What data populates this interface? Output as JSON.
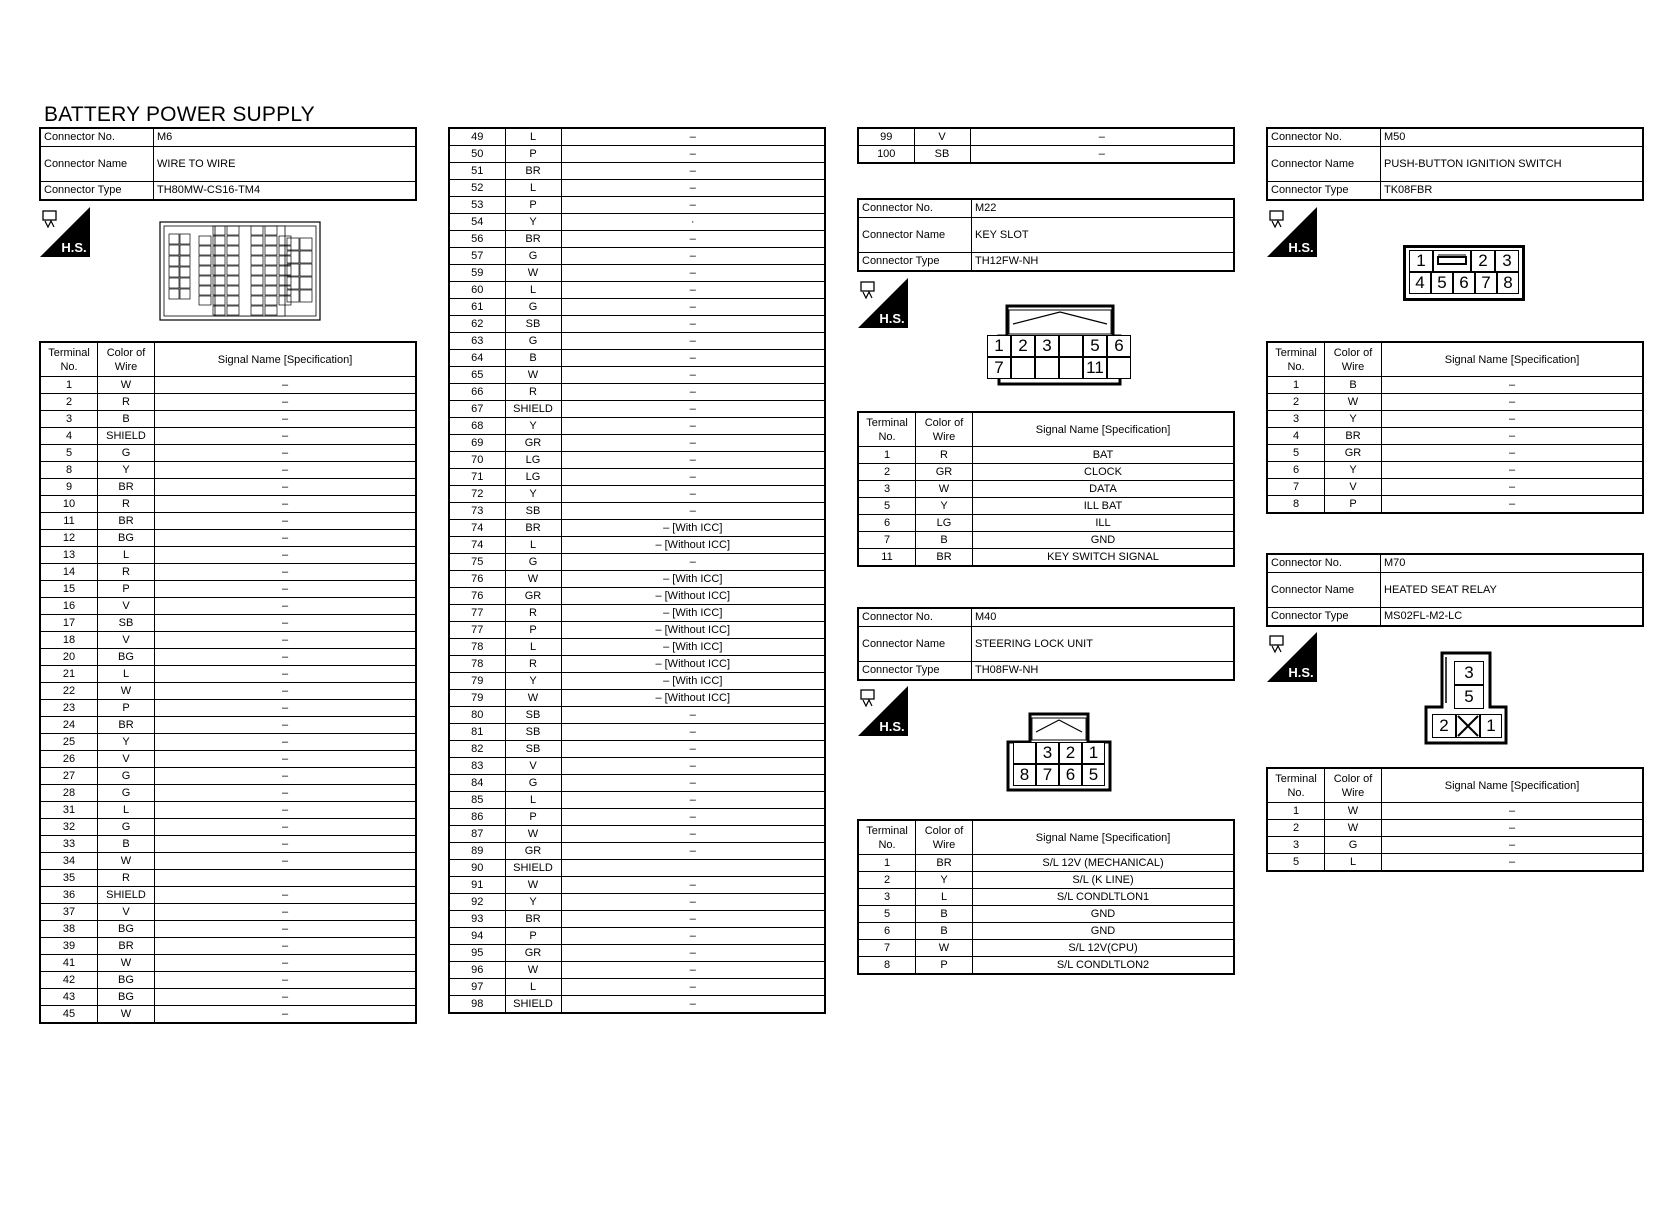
{
  "page": {
    "title": "BATTERY POWER SUPPLY"
  },
  "labels": {
    "connector_no": "Connector No.",
    "connector_name": "Connector Name",
    "connector_type": "Connector Type",
    "terminal_no": "Terminal No.",
    "color_of_wire": "Color of Wire",
    "signal_name": "Signal Name [Specification]",
    "hs": "H.S."
  },
  "connectors": {
    "m6": {
      "no": "M6",
      "name": "WIRE TO WIRE",
      "type": "TH80MW-CS16-TM4"
    },
    "m22": {
      "no": "M22",
      "name": "KEY SLOT",
      "type": "TH12FW-NH"
    },
    "m40": {
      "no": "M40",
      "name": "STEERING LOCK UNIT",
      "type": "TH08FW-NH"
    },
    "m50": {
      "no": "M50",
      "name": "PUSH-BUTTON IGNITION SWITCH",
      "type": "TK08FBR"
    },
    "m70": {
      "no": "M70",
      "name": "HEATED SEAT RELAY",
      "type": "MS02FL-M2-LC"
    }
  },
  "pins": {
    "m6_a": [
      [
        "1",
        "W",
        "–"
      ],
      [
        "2",
        "R",
        "–"
      ],
      [
        "3",
        "B",
        "–"
      ],
      [
        "4",
        "SHIELD",
        "–"
      ],
      [
        "5",
        "G",
        "–"
      ],
      [
        "8",
        "Y",
        "–"
      ],
      [
        "9",
        "BR",
        "–"
      ],
      [
        "10",
        "R",
        "–"
      ],
      [
        "11",
        "BR",
        "–"
      ],
      [
        "12",
        "BG",
        "–"
      ],
      [
        "13",
        "L",
        "–"
      ],
      [
        "14",
        "R",
        "–"
      ],
      [
        "15",
        "P",
        "–"
      ],
      [
        "16",
        "V",
        "–"
      ],
      [
        "17",
        "SB",
        "–"
      ],
      [
        "18",
        "V",
        "–"
      ],
      [
        "20",
        "BG",
        "–"
      ],
      [
        "21",
        "L",
        "–"
      ],
      [
        "22",
        "W",
        "–"
      ],
      [
        "23",
        "P",
        "–"
      ],
      [
        "24",
        "BR",
        "–"
      ],
      [
        "25",
        "Y",
        "–"
      ],
      [
        "26",
        "V",
        "–"
      ],
      [
        "27",
        "G",
        "–"
      ],
      [
        "28",
        "G",
        "–"
      ],
      [
        "31",
        "L",
        "–"
      ],
      [
        "32",
        "G",
        "–"
      ],
      [
        "33",
        "B",
        "–"
      ],
      [
        "34",
        "W",
        "–"
      ],
      [
        "35",
        "R",
        ""
      ],
      [
        "36",
        "SHIELD",
        "–"
      ],
      [
        "37",
        "V",
        "–"
      ],
      [
        "38",
        "BG",
        "–"
      ],
      [
        "39",
        "BR",
        "–"
      ],
      [
        "41",
        "W",
        "–"
      ],
      [
        "42",
        "BG",
        "–"
      ],
      [
        "43",
        "BG",
        "–"
      ],
      [
        "45",
        "W",
        "–"
      ]
    ],
    "m6_b": [
      [
        "49",
        "L",
        "–"
      ],
      [
        "50",
        "P",
        "–"
      ],
      [
        "51",
        "BR",
        "–"
      ],
      [
        "52",
        "L",
        "–"
      ],
      [
        "53",
        "P",
        "–"
      ],
      [
        "54",
        "Y",
        "·"
      ],
      [
        "56",
        "BR",
        "–"
      ],
      [
        "57",
        "G",
        "–"
      ],
      [
        "59",
        "W",
        "–"
      ],
      [
        "60",
        "L",
        "–"
      ],
      [
        "61",
        "G",
        "–"
      ],
      [
        "62",
        "SB",
        "–"
      ],
      [
        "63",
        "G",
        "–"
      ],
      [
        "64",
        "B",
        "–"
      ],
      [
        "65",
        "W",
        "–"
      ],
      [
        "66",
        "R",
        "–"
      ],
      [
        "67",
        "SHIELD",
        "–"
      ],
      [
        "68",
        "Y",
        "–"
      ],
      [
        "69",
        "GR",
        "–"
      ],
      [
        "70",
        "LG",
        "–"
      ],
      [
        "71",
        "LG",
        "–"
      ],
      [
        "72",
        "Y",
        "–"
      ],
      [
        "73",
        "SB",
        "–"
      ],
      [
        "74",
        "BR",
        "– [With ICC]"
      ],
      [
        "74",
        "L",
        "– [Without ICC]"
      ],
      [
        "75",
        "G",
        "–"
      ],
      [
        "76",
        "W",
        "– [With ICC]"
      ],
      [
        "76",
        "GR",
        "– [Without ICC]"
      ],
      [
        "77",
        "R",
        "– [With ICC]"
      ],
      [
        "77",
        "P",
        "– [Without ICC]"
      ],
      [
        "78",
        "L",
        "– [With ICC]"
      ],
      [
        "78",
        "R",
        "– [Without ICC]"
      ],
      [
        "79",
        "Y",
        "– [With ICC]"
      ],
      [
        "79",
        "W",
        "– [Without ICC]"
      ],
      [
        "80",
        "SB",
        "–"
      ],
      [
        "81",
        "SB",
        "–"
      ],
      [
        "82",
        "SB",
        "–"
      ],
      [
        "83",
        "V",
        "–"
      ],
      [
        "84",
        "G",
        "–"
      ],
      [
        "85",
        "L",
        "–"
      ],
      [
        "86",
        "P",
        "–"
      ],
      [
        "87",
        "W",
        "–"
      ],
      [
        "89",
        "GR",
        "–"
      ],
      [
        "90",
        "SHIELD",
        ""
      ],
      [
        "91",
        "W",
        "–"
      ],
      [
        "92",
        "Y",
        "–"
      ],
      [
        "93",
        "BR",
        "–"
      ],
      [
        "94",
        "P",
        "–"
      ],
      [
        "95",
        "GR",
        "–"
      ],
      [
        "96",
        "W",
        "–"
      ],
      [
        "97",
        "L",
        "–"
      ],
      [
        "98",
        "SHIELD",
        "–"
      ]
    ],
    "m6_c": [
      [
        "99",
        "V",
        "–"
      ],
      [
        "100",
        "SB",
        "–"
      ]
    ],
    "m22": [
      [
        "1",
        "R",
        "BAT"
      ],
      [
        "2",
        "GR",
        "CLOCK"
      ],
      [
        "3",
        "W",
        "DATA"
      ],
      [
        "5",
        "Y",
        "ILL BAT"
      ],
      [
        "6",
        "LG",
        "ILL"
      ],
      [
        "7",
        "B",
        "GND"
      ],
      [
        "11",
        "BR",
        "KEY SWITCH SIGNAL"
      ]
    ],
    "m40": [
      [
        "1",
        "BR",
        "S/L 12V (MECHANICAL)"
      ],
      [
        "2",
        "Y",
        "S/L (K LINE)"
      ],
      [
        "3",
        "L",
        "S/L CONDLTLON1"
      ],
      [
        "5",
        "B",
        "GND"
      ],
      [
        "6",
        "B",
        "GND"
      ],
      [
        "7",
        "W",
        "S/L 12V(CPU)"
      ],
      [
        "8",
        "P",
        "S/L CONDLTLON2"
      ]
    ],
    "m50": [
      [
        "1",
        "B",
        "–"
      ],
      [
        "2",
        "W",
        "–"
      ],
      [
        "3",
        "Y",
        "–"
      ],
      [
        "4",
        "BR",
        "–"
      ],
      [
        "5",
        "GR",
        "–"
      ],
      [
        "6",
        "Y",
        "–"
      ],
      [
        "7",
        "V",
        "–"
      ],
      [
        "8",
        "P",
        "–"
      ]
    ],
    "m70": [
      [
        "1",
        "W",
        "–"
      ],
      [
        "2",
        "W",
        "–"
      ],
      [
        "3",
        "G",
        "–"
      ],
      [
        "5",
        "L",
        "–"
      ]
    ]
  },
  "diagram_labels": {
    "m22_top": [
      "1",
      "2",
      "3",
      "5",
      "6"
    ],
    "m22_bottom": [
      "7",
      "11"
    ],
    "m40_top": [
      "3",
      "2",
      "1"
    ],
    "m40_bottom": [
      "8",
      "7",
      "6",
      "5"
    ],
    "m50_top": [
      "1",
      "2",
      "3"
    ],
    "m50_bottom": [
      "4",
      "5",
      "6",
      "7",
      "8"
    ],
    "m70": [
      "3",
      "5",
      "2",
      "1"
    ]
  }
}
